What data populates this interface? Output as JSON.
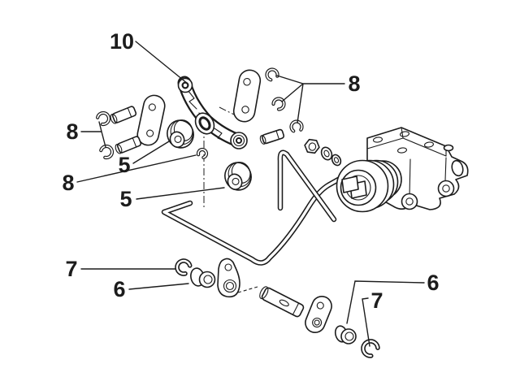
{
  "figure": {
    "type": "exploded-parts-diagram",
    "background": "#ffffff",
    "line_color": "#1c1c1c"
  },
  "callouts": [
    {
      "part": "control-arm",
      "text": "10"
    },
    {
      "part": "clips-upper-left",
      "text": "8"
    },
    {
      "part": "bushing-upper-left",
      "text": "5"
    },
    {
      "part": "retaining-ring-center",
      "text": "8"
    },
    {
      "part": "bushing-center",
      "text": "5"
    },
    {
      "part": "clips-upper-right",
      "text": "8"
    },
    {
      "part": "washer-lower-left",
      "text": "7"
    },
    {
      "part": "link-bushing-left",
      "text": "6"
    },
    {
      "part": "link-bushing-right",
      "text": "6"
    },
    {
      "part": "snap-ring-lower-right",
      "text": "7"
    }
  ]
}
